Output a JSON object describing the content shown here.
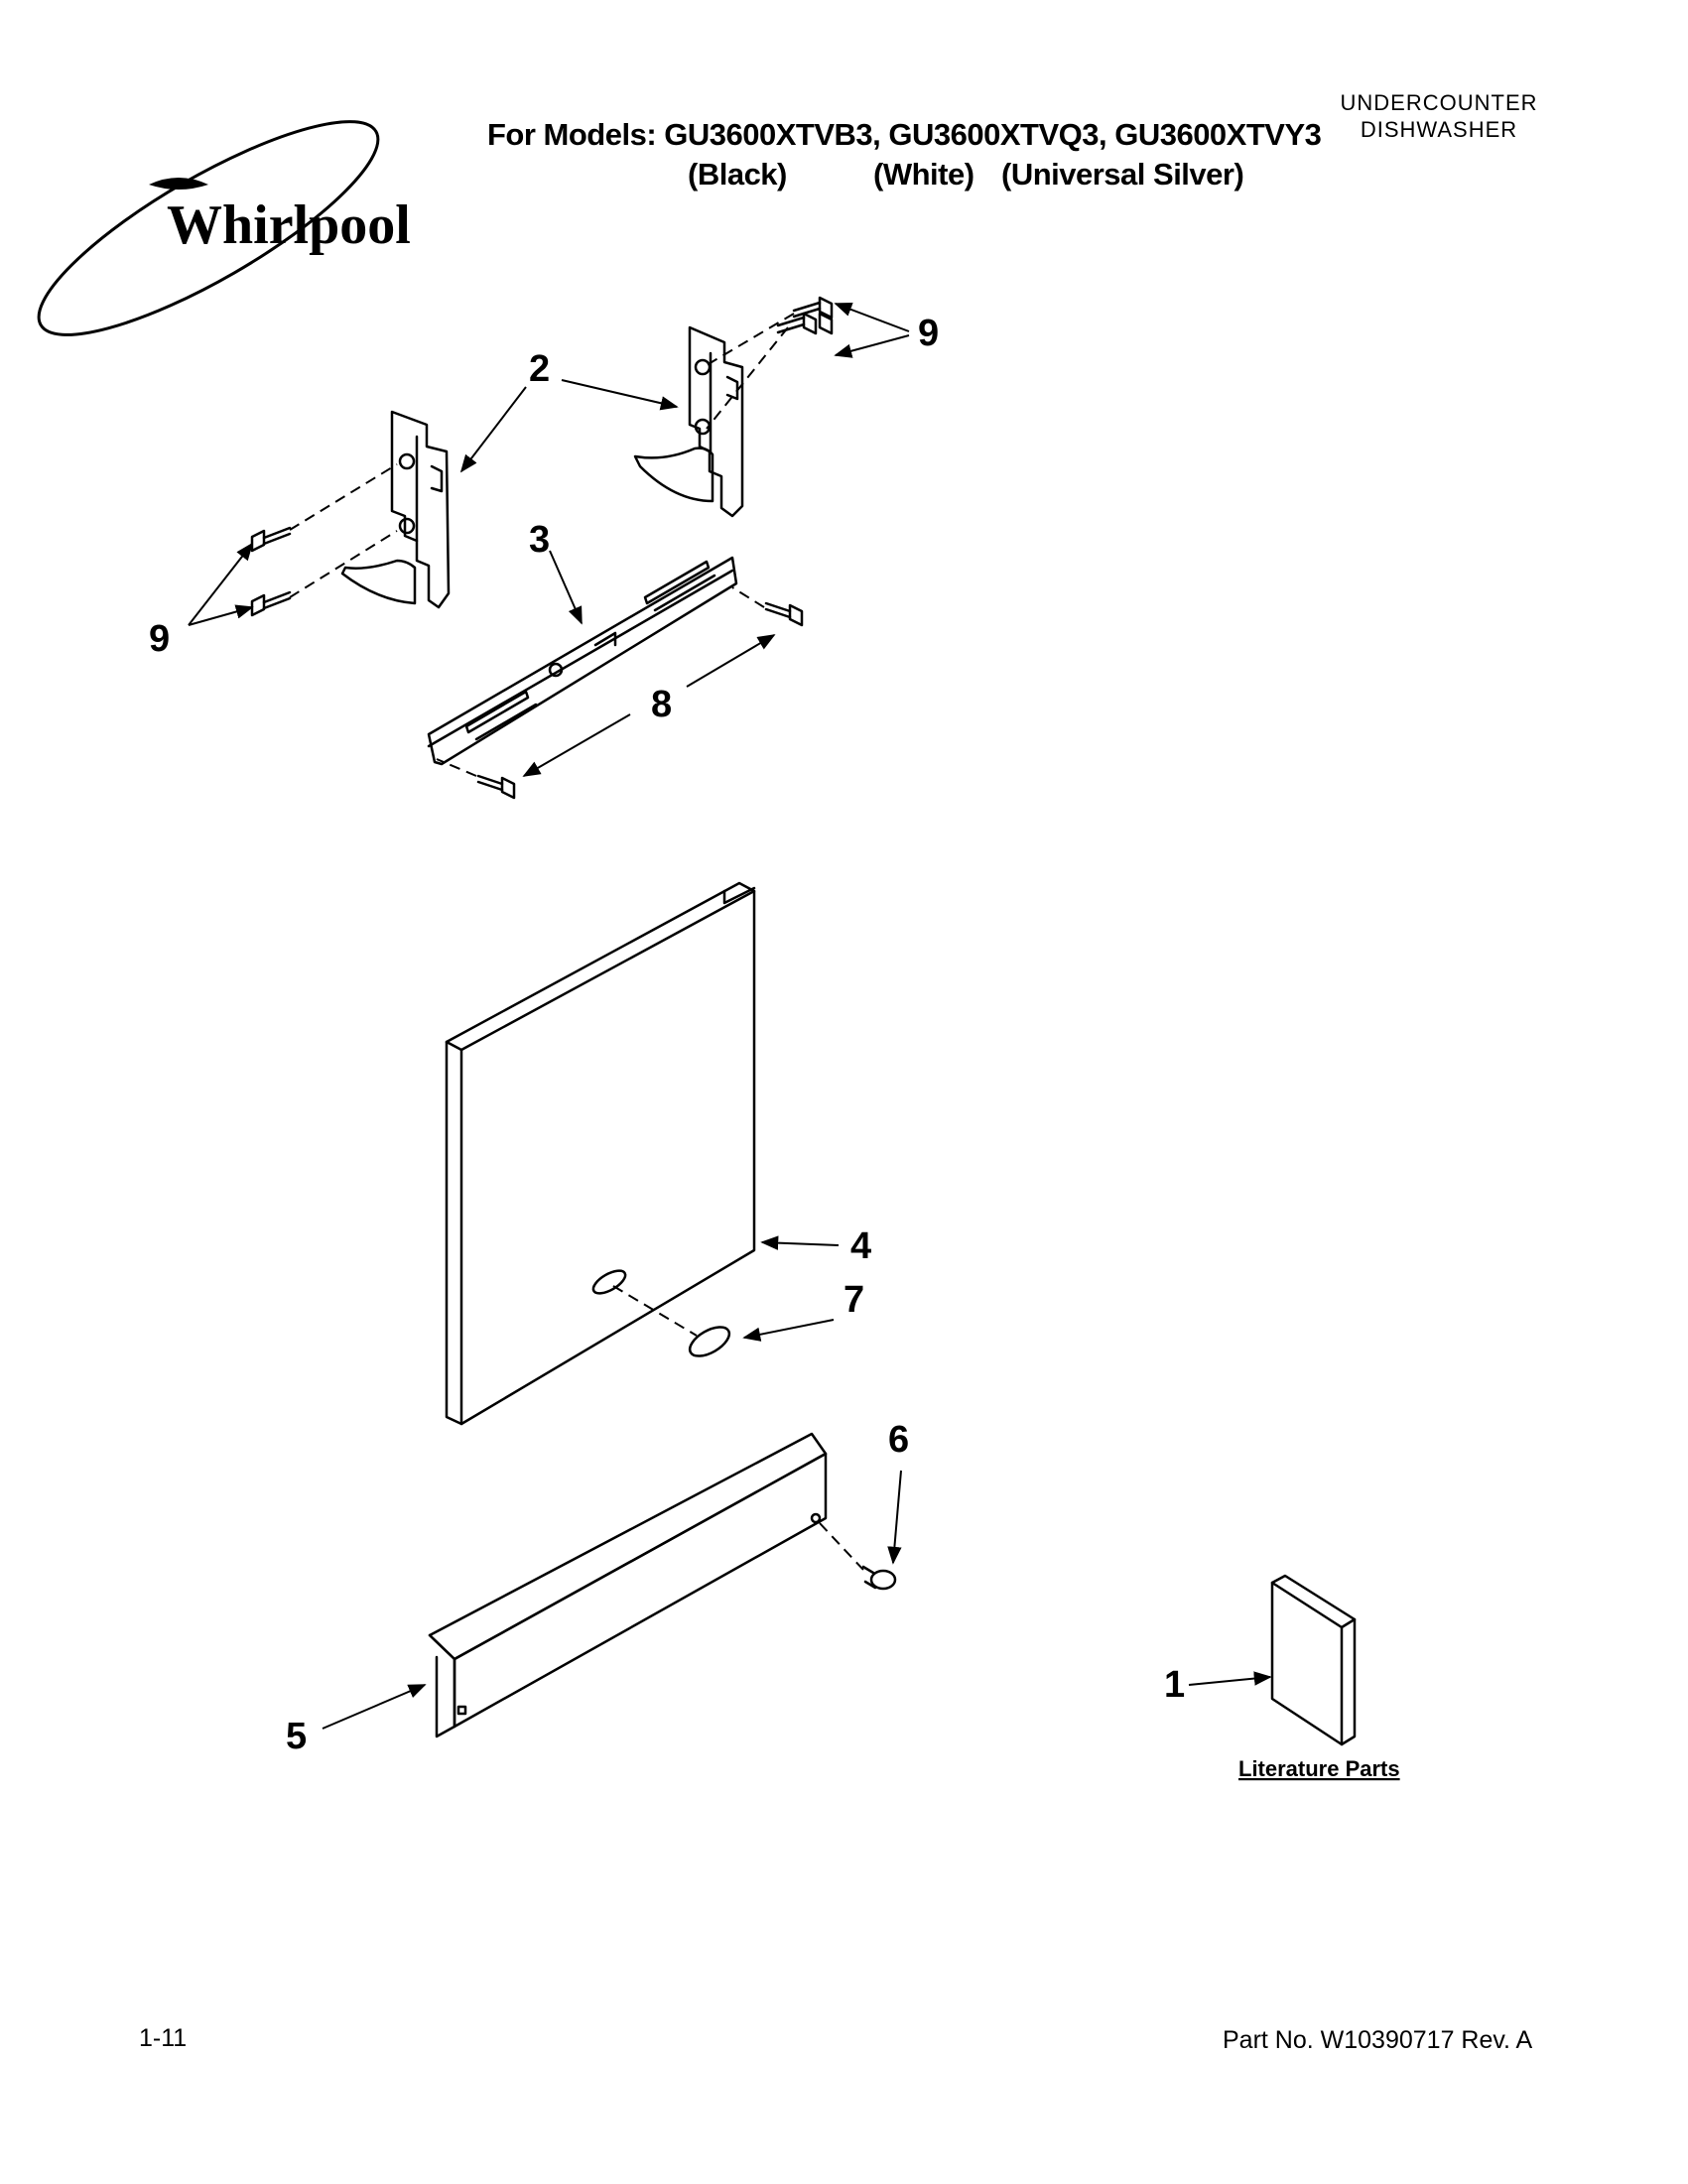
{
  "header": {
    "models_line": "For Models: GU3600XTVB3, GU3600XTVQ3, GU3600XTVY3",
    "color_black": "(Black)",
    "color_white": "(White)",
    "color_silver": "(Universal Silver)",
    "category_line1": "UNDERCOUNTER",
    "category_line2": "DISHWASHER"
  },
  "brand": {
    "logo_text": "Whirlpool"
  },
  "diagram": {
    "callouts": [
      "1",
      "2",
      "3",
      "4",
      "5",
      "6",
      "7",
      "8",
      "9"
    ],
    "literature_label": "Literature Parts"
  },
  "footer": {
    "page_number": "1-11",
    "part_number": "Part No. W10390717 Rev. A"
  }
}
